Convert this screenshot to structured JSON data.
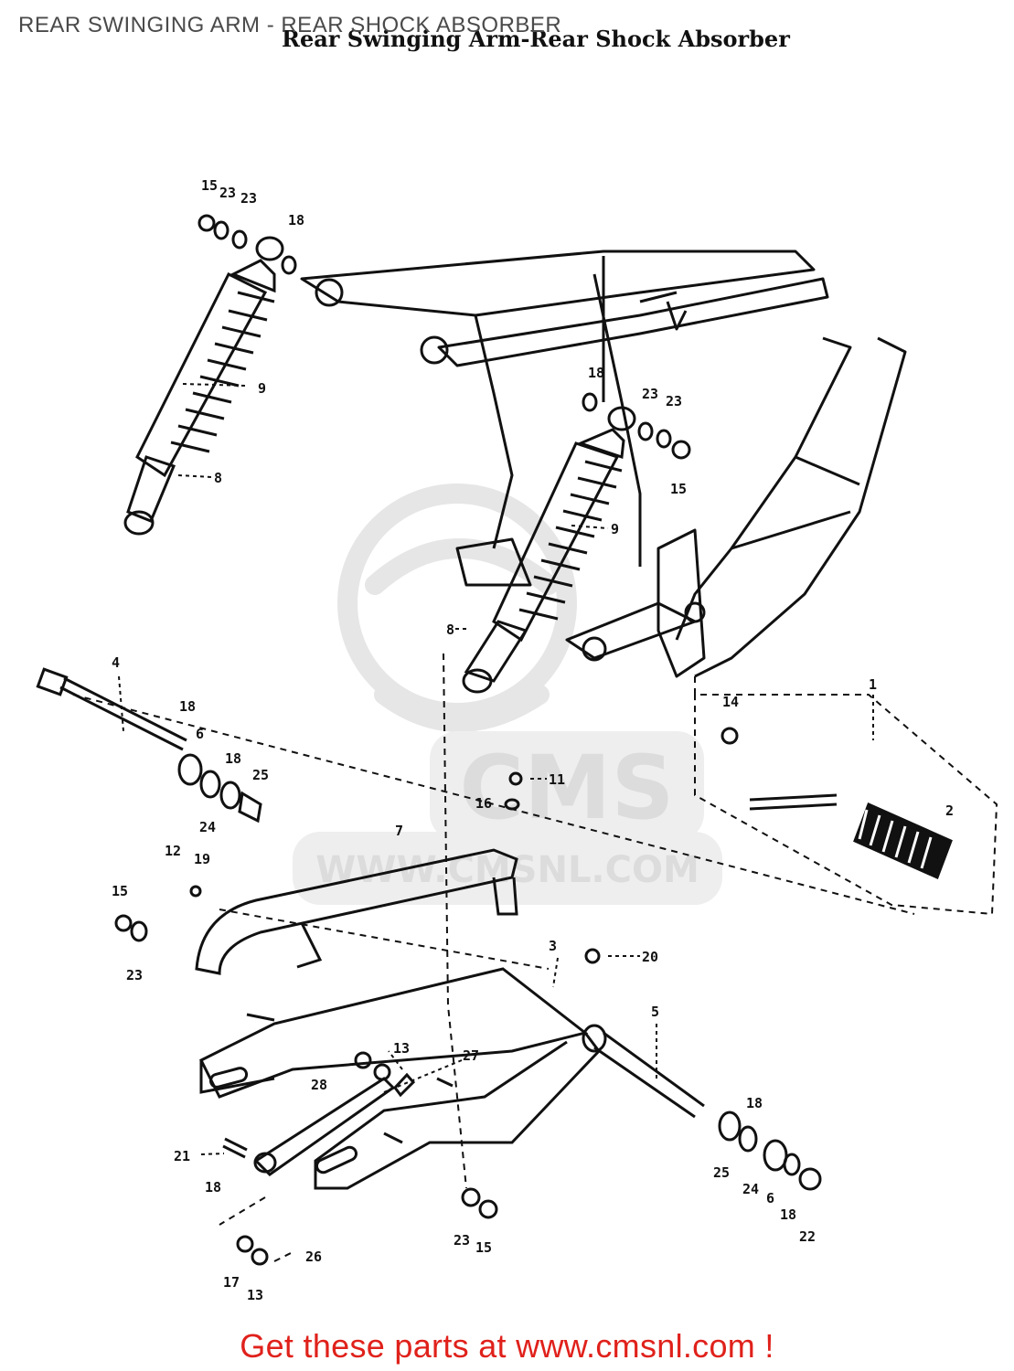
{
  "page": {
    "title": "REAR SWINGING ARM - REAR SHOCK ABSORBER",
    "diagram_title": "Rear Swinging Arm-Rear Shock Absorber"
  },
  "watermark": {
    "text": "WWW.CMSNL.COM",
    "logo_text": "CMS"
  },
  "callouts": [
    "15",
    "23",
    "23",
    "18",
    "9",
    "8",
    "18",
    "23",
    "23",
    "15",
    "9",
    "8",
    "4",
    "18",
    "6",
    "18",
    "25",
    "24",
    "1",
    "14",
    "11",
    "16",
    "2",
    "7",
    "12",
    "19",
    "15",
    "23",
    "3",
    "20",
    "5",
    "13",
    "27",
    "28",
    "21",
    "18",
    "18",
    "25",
    "24",
    "6",
    "18",
    "22",
    "23",
    "15",
    "17",
    "13",
    "26"
  ],
  "footer": {
    "text": "Get these parts at www.cmsnl.com !"
  },
  "colors": {
    "footer": "#e0211b",
    "title": "#4a4a4a",
    "ink": "#111111",
    "watermark": "#e6e6e6"
  }
}
